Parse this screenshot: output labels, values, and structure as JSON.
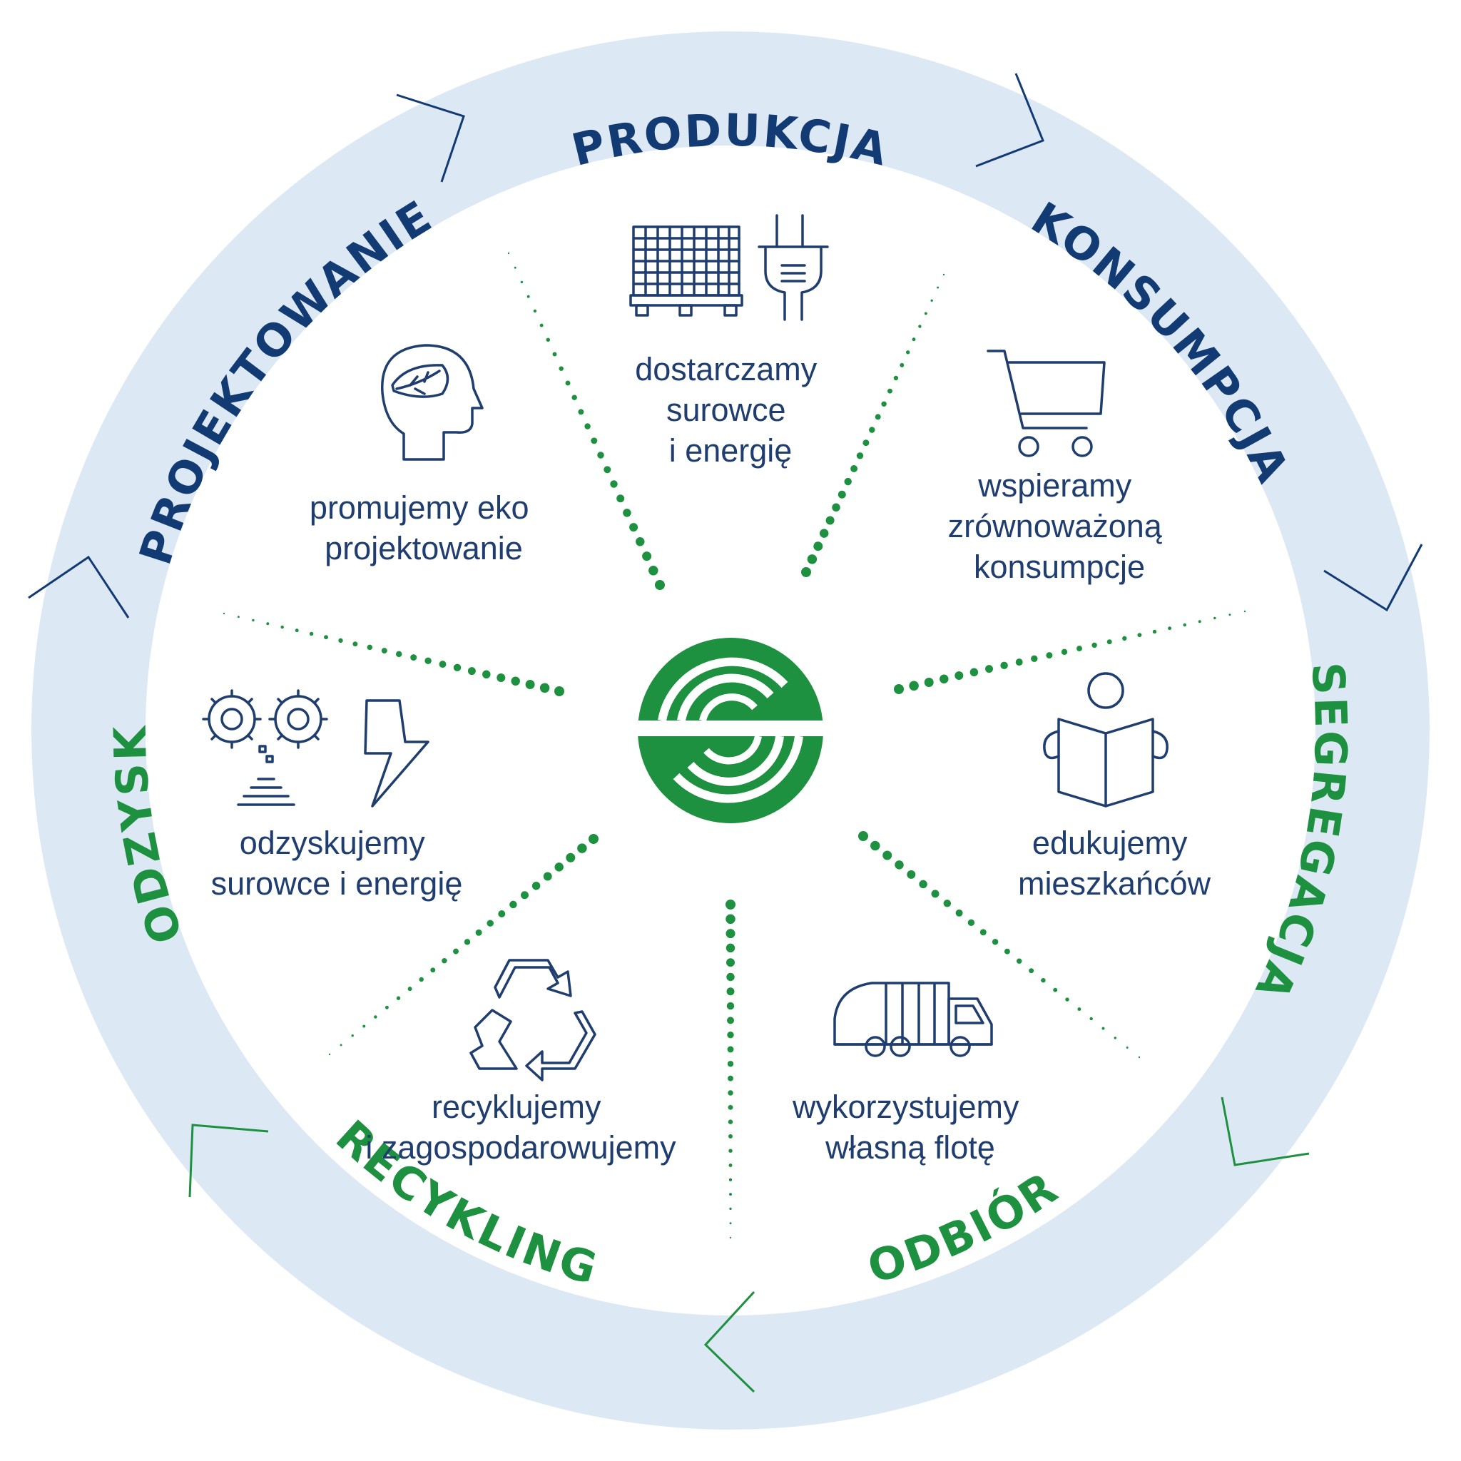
{
  "colors": {
    "ring": "#dde8f5",
    "navy": "#123a73",
    "green": "#1d9140",
    "icon": "#1f3d6e",
    "background": "#ffffff"
  },
  "ring_labels": {
    "produkcja": "PRODUKCJA",
    "konsumpcja": "KONSUMPCJA",
    "segregacja": "SEGREGACJA",
    "odbior": "ODBIÓR",
    "recykling": "RECYKLING",
    "odzysk": "ODZYSK",
    "projektowanie": "PROJEKTOWANIE"
  },
  "segments": {
    "produkcja": {
      "line1": "dostarczamy",
      "line2": "surowce",
      "line3": "i energię",
      "icon": "pallet-plug-icon"
    },
    "konsumpcja": {
      "line1": "wspieramy",
      "line2": "zrównoważoną",
      "line3": "konsumpcje",
      "icon": "shopping-cart-icon"
    },
    "segregacja": {
      "line1": "edukujemy",
      "line2": "mieszkańców",
      "icon": "person-reading-icon"
    },
    "odbior": {
      "line1": "wykorzystujemy",
      "line2": "własną flotę",
      "icon": "garbage-truck-icon"
    },
    "recykling": {
      "line1": "recyklujemy",
      "line2": "i zagospodarowujemy",
      "icon": "recycle-icon"
    },
    "odzysk": {
      "line1": "odzyskujemy",
      "line2": "surowce i energię",
      "icon": "gears-lightning-icon"
    },
    "projektowanie": {
      "line1": "promujemy eko",
      "line2": "projektowanie",
      "icon": "head-leaf-icon"
    }
  },
  "center": {
    "icon": "company-logo-icon"
  }
}
